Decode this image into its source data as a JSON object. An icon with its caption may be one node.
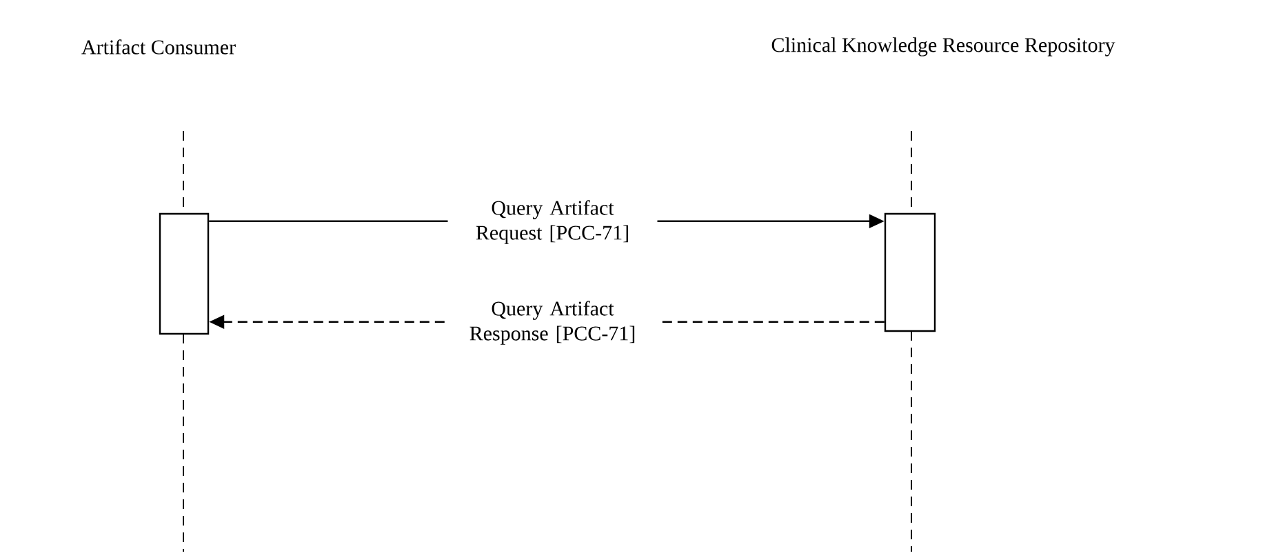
{
  "diagram": {
    "nodes": [
      {
        "text": [
          "Artifact Consumer"
        ]
      },
      {
        "text": [
          "Clinical Knowledge Resource Repository"
        ]
      },
      {
        "text": [],
        "shape": "box"
      },
      {
        "text": [],
        "shape": "box"
      }
    ],
    "edges": [
      {
        "from": 2,
        "to": 3,
        "arrow": "to",
        "label": "Query Artifact Request [PCC-71]"
      },
      {
        "from": 3,
        "to": 2,
        "arrow": "to",
        "label": "Query Artifact Response [PCC-71]",
        "style": "dashed"
      }
    ]
  }
}
